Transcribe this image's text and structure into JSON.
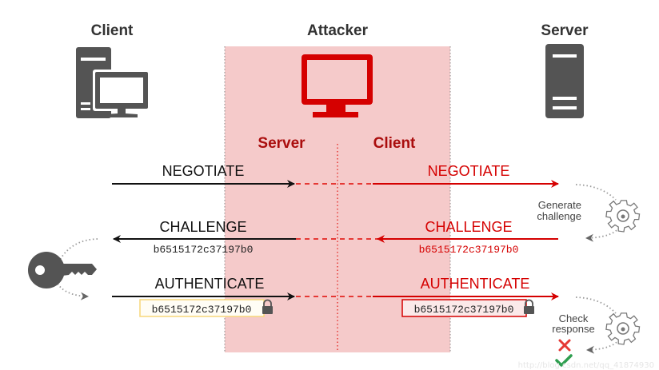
{
  "colors": {
    "attacker_zone": "#f5caca",
    "attacker_red": "#d50000",
    "dark_red_label": "#aa0d0d",
    "icon_gray": "#545454",
    "black": "#111111",
    "client_box_border": "#f7d77a",
    "fail": "#e53935",
    "success": "#2e9e4f"
  },
  "headers": {
    "client": "Client",
    "attacker": "Attacker",
    "server": "Server"
  },
  "attacker_roles": {
    "server": "Server",
    "client": "Client"
  },
  "messages": {
    "negotiate_left": "NEGOTIATE",
    "negotiate_right": "NEGOTIATE",
    "challenge_left": "CHALLENGE",
    "challenge_right": "CHALLENGE",
    "authenticate_left": "AUTHENTICATE",
    "authenticate_right": "AUTHENTICATE"
  },
  "challenge_value": "b6515172c37197b0",
  "response_value": "b6515172c37197b0",
  "server_notes": {
    "generate_line1": "Generate",
    "generate_line2": "challenge",
    "check_line1": "Check",
    "check_line2": "response"
  },
  "icons": {
    "client": "desktop-computer-icon",
    "attacker": "monitor-icon",
    "server": "server-tower-icon",
    "key": "key-icon",
    "gear": "gear-icon",
    "lock": "lock-icon",
    "fail": "cross-icon",
    "success": "check-icon"
  },
  "watermark": "http://blog.csdn.net/qq_41874930"
}
